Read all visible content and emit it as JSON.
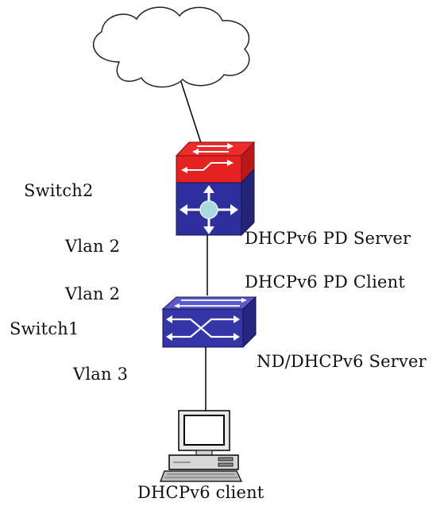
{
  "diagram": {
    "labels": {
      "switch2": "Switch2",
      "switch1": "Switch1",
      "vlan2_upper": "Vlan 2",
      "vlan2_lower": "Vlan 2",
      "vlan3": "Vlan 3",
      "pd_server": "DHCPv6 PD Server",
      "pd_client": "DHCPv6 PD Client",
      "nd_server": "ND/DHCPv6 Server",
      "client": "DHCPv6 client"
    },
    "colors": {
      "switch2_top": "#e52222",
      "switch2_body": "#2e2e9c",
      "switch1_body": "#3535a8",
      "hub_center": "#a8d8e0",
      "link": "#000000"
    },
    "icons": [
      "cloud-icon",
      "layer3-switch-icon",
      "layer2-switch-icon",
      "desktop-computer-icon"
    ]
  }
}
